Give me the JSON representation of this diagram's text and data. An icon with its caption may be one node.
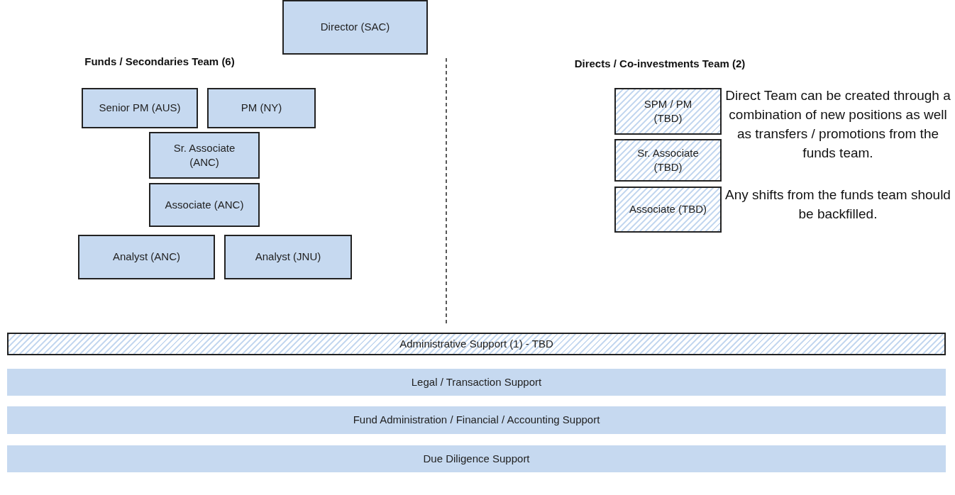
{
  "diagram": {
    "nodes": [
      {
        "text": [
          "Director (SAC)"
        ]
      },
      {
        "text": [
          "Senior PM (AUS)"
        ]
      },
      {
        "text": [
          "PM (NY)"
        ]
      },
      {
        "text": [
          "Sr. Associate (ANC)"
        ]
      },
      {
        "text": [
          "Associate (ANC)"
        ]
      },
      {
        "text": [
          "Analyst (ANC)"
        ]
      },
      {
        "text": [
          "Analyst (JNU)"
        ]
      },
      {
        "text": [
          "SPM / PM (TBD)"
        ]
      },
      {
        "text": [
          "Sr. Associate (TBD)"
        ]
      },
      {
        "text": [
          "Associate (TBD)"
        ]
      },
      {
        "text": [
          "Administrative Support (1) - TBD"
        ]
      },
      {
        "text": [
          "Legal / Transaction Support"
        ]
      },
      {
        "text": [
          "Fund Administration / Financial / Accounting Support"
        ]
      },
      {
        "text": [
          "Due Diligence Support"
        ]
      }
    ],
    "labels": [
      "Funds / Secondaries Team (6)",
      "Directs / Co-investments Team (2)",
      "Direct Team can be created through a combination of new positions as well as transfers / promotions from the funds team.",
      "Any shifts from the funds team should be backfilled."
    ]
  }
}
